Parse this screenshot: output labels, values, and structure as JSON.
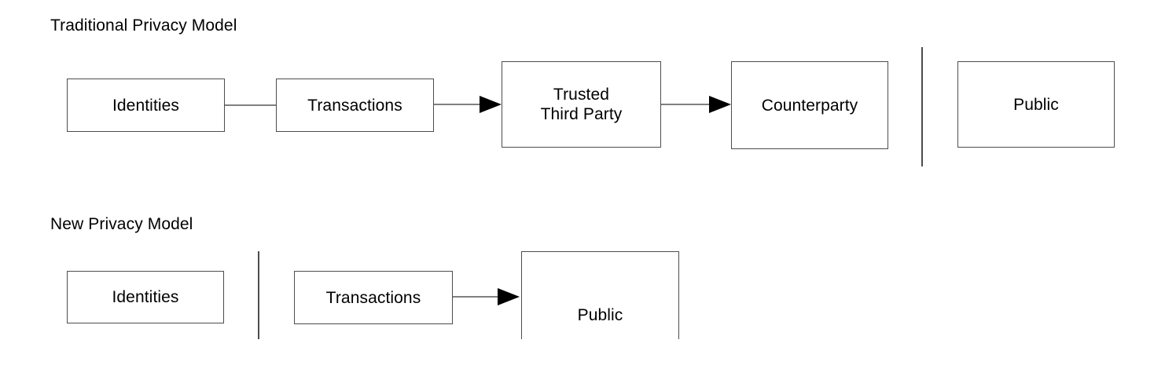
{
  "diagram": {
    "title_row1": "Traditional Privacy Model",
    "title_row2": "New Privacy Model",
    "colors": {
      "background": "#ffffff",
      "box_border": "#4d4d4d",
      "connector": "#808080",
      "arrow": "#000000",
      "text": "#000000",
      "divider": "#4d4d4d"
    }
  },
  "traditional_model": {
    "label": "Traditional Privacy Model",
    "nodes": [
      {
        "id": "identities",
        "label": "Identities"
      },
      {
        "id": "transactions",
        "label": "Transactions"
      },
      {
        "id": "trusted-third-party",
        "label": "Trusted\nThird Party"
      },
      {
        "id": "counterparty",
        "label": "Counterparty"
      },
      {
        "id": "public",
        "label": "Public"
      }
    ],
    "edges": [
      {
        "from": "identities",
        "to": "transactions",
        "arrow": false
      },
      {
        "from": "transactions",
        "to": "trusted-third-party",
        "arrow": true
      },
      {
        "from": "trusted-third-party",
        "to": "counterparty",
        "arrow": true
      }
    ],
    "divider": {
      "after": "counterparty"
    }
  },
  "new_model": {
    "label": "New Privacy Model",
    "nodes": [
      {
        "id": "identities",
        "label": "Identities"
      },
      {
        "id": "transactions",
        "label": "Transactions"
      },
      {
        "id": "public",
        "label": "Public"
      }
    ],
    "edges": [
      {
        "from": "transactions",
        "to": "public",
        "arrow": true
      }
    ],
    "divider": {
      "after": "identities"
    }
  }
}
